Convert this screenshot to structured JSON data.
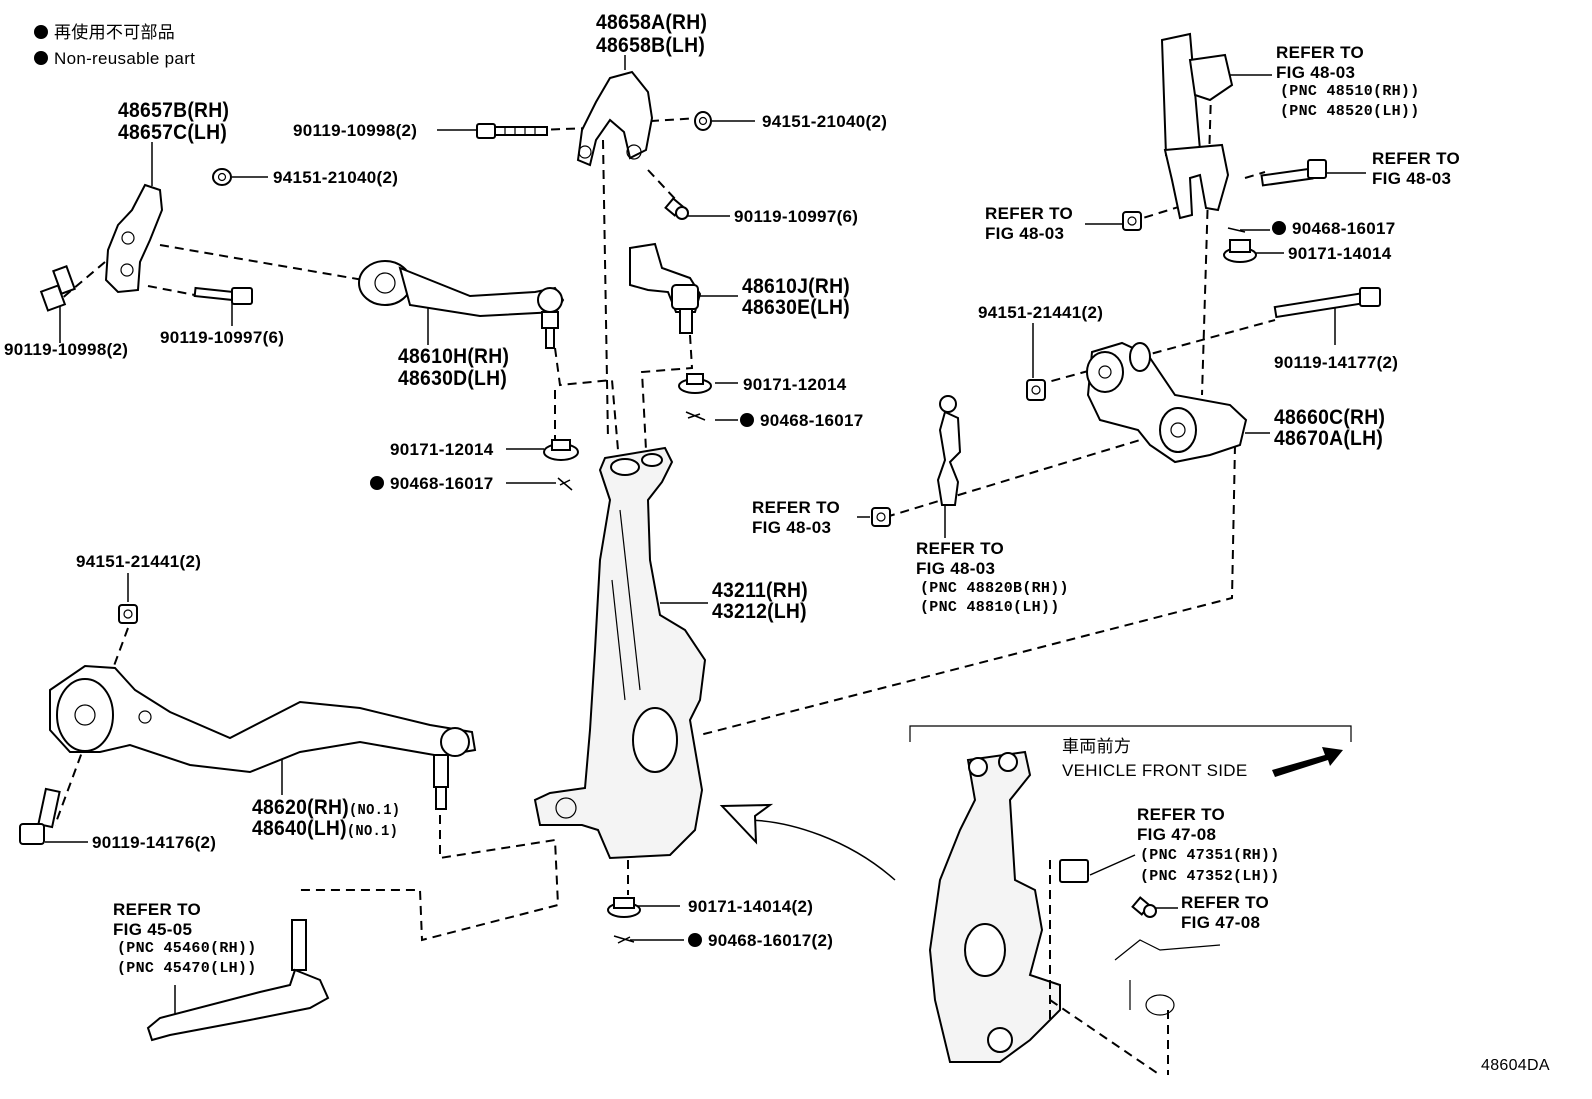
{
  "legend": {
    "jp": "再使用不可部品",
    "en": "Non-reusable part"
  },
  "diagram_code": "48604DA",
  "parts": {
    "upper_arm_bracket": [
      "48657B(RH)",
      "48657C(LH)"
    ],
    "upper_arm_bracket2": [
      "48658A(RH)",
      "48658B(LH)"
    ],
    "upper_arm": [
      "48610H(RH)",
      "48630D(LH)"
    ],
    "upper_arm2": [
      "48610J(RH)",
      "48630E(LH)"
    ],
    "knuckle": [
      "43211(RH)",
      "43212(LH)"
    ],
    "lower_arm": [
      "48620(RH)",
      "48640(LH)"
    ],
    "lower_arm_no": [
      "(NO.1)",
      "(NO.1)"
    ],
    "lower_arm_rear": [
      "48660C(RH)",
      "48670A(LH)"
    ],
    "bolt_10998_a": "90119-10998(2)",
    "bolt_10998_b": "90119-10998(2)",
    "bolt_10997_a": "90119-10997(6)",
    "bolt_10997_b": "90119-10997(6)",
    "nut_21040_a": "94151-21040(2)",
    "nut_21040_b": "94151-21040(2)",
    "nut_12014_a": "90171-12014",
    "nut_12014_b": "90171-12014",
    "pin_16017_a": "90468-16017",
    "pin_16017_b": "90468-16017",
    "pin_16017_c": "90468-16017",
    "pin_16017_d": "90468-16017(2)",
    "nut_14014_a": "90171-14014",
    "nut_14014_b": "90171-14014(2)",
    "nut_21441_a": "94151-21441(2)",
    "nut_21441_b": "94151-21441(2)",
    "bolt_14177": "90119-14177(2)",
    "bolt_14176": "90119-14176(2)"
  },
  "refs": {
    "shock": {
      "title": "REFER TO",
      "fig": "FIG 48-03",
      "pnc": [
        "(PNC 48510(RH))",
        "(PNC 48520(LH))"
      ]
    },
    "shock_bolt": {
      "title": "REFER TO",
      "fig": "FIG 48-03"
    },
    "shock_nut": {
      "title": "REFER TO",
      "fig": "FIG 48-03"
    },
    "stab_nut": {
      "title": "REFER TO",
      "fig": "FIG 48-03"
    },
    "stab_link": {
      "title": "REFER TO",
      "fig": "FIG 48-03",
      "pnc": [
        "(PNC 48820B(RH))",
        "(PNC 48810(LH))"
      ]
    },
    "tie_rod": {
      "title": "REFER TO",
      "fig": "FIG 45-05",
      "pnc": [
        "(PNC 45460(RH))",
        "(PNC 45470(LH))"
      ]
    },
    "sensor": {
      "title": "REFER TO",
      "fig": "FIG 47-08",
      "pnc": [
        "(PNC 47351(RH))",
        "(PNC 47352(LH))"
      ]
    },
    "sensor_bolt": {
      "title": "REFER TO",
      "fig": "FIG 47-08"
    }
  },
  "inset": {
    "jp": "車両前方",
    "en": "VEHICLE FRONT SIDE"
  }
}
